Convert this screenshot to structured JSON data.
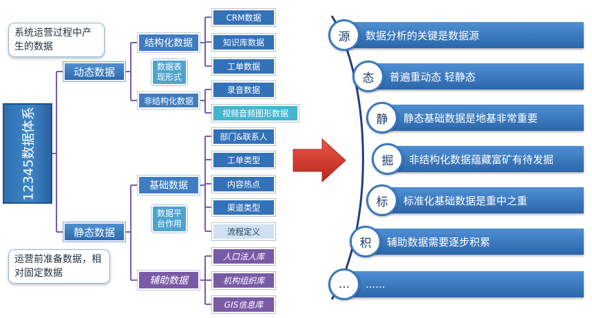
{
  "root": "12345数据体系",
  "dynamic": {
    "label": "动态数据",
    "callout": "系统运营过程中产生的数据",
    "structured": {
      "label": "结构化数据",
      "items": [
        "CRM数据",
        "知识库数据",
        "工单数据"
      ]
    },
    "form_note": "数据表现形式",
    "unstructured": {
      "label": "非结构化数据",
      "items": [
        "录音数据",
        "视频音频图形数据"
      ]
    }
  },
  "static": {
    "label": "静态数据",
    "callout": "运营前准备数据，相对固定数据",
    "basic": {
      "label": "基础数据",
      "items": [
        "部门&联系人",
        "工单类型",
        "内容热点",
        "渠道类型",
        "流程定义"
      ]
    },
    "platform_note": "数据平台作用",
    "aux": {
      "label": "辅助数据",
      "items": [
        "人口法人库",
        "机构组织库",
        "GIS信息库"
      ]
    }
  },
  "principles": [
    {
      "char": "源",
      "text": "数据分析的关键是数据源"
    },
    {
      "char": "态",
      "text": "普遍重动态 轻静态"
    },
    {
      "char": "静",
      "text": "静态基础数据是地基非常重要"
    },
    {
      "char": "掘",
      "text": "非结构化数据蕴藏富矿有待发掘"
    },
    {
      "char": "标",
      "text": "标准化基础数据是重中之重"
    },
    {
      "char": "积",
      "text": "辅助数据需要逐步积累"
    },
    {
      "char": "...",
      "text": "......"
    }
  ],
  "colors": {
    "bar": "#3a78bd",
    "arrow": "#d93a2b",
    "connector": "#7a5aa6"
  }
}
